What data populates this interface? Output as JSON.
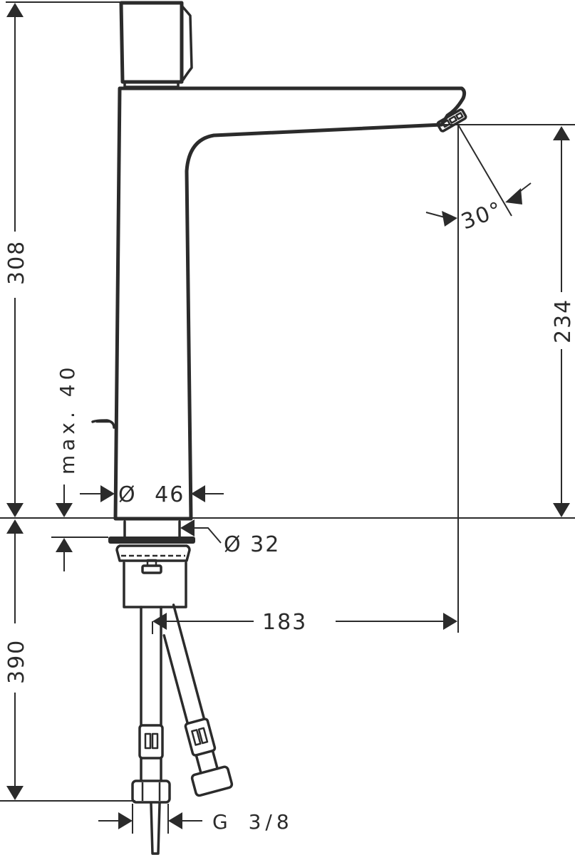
{
  "drawing": {
    "subject": "Basin mixer faucet dimension drawing",
    "line_color": "#2b2b2b",
    "background": "#ffffff"
  },
  "dimensions": {
    "total_height": {
      "label": "308"
    },
    "spout_height": {
      "label": "234"
    },
    "spout_angle": {
      "label": "30°"
    },
    "max_deck_thickness": {
      "label": "max. 40"
    },
    "body_diameter": {
      "label": "Ø 46"
    },
    "shank_diameter": {
      "label": "Ø 32"
    },
    "spout_reach": {
      "label": "183"
    },
    "hose_length": {
      "label": "390"
    },
    "connection_thread": {
      "label": "G 3/8"
    }
  }
}
